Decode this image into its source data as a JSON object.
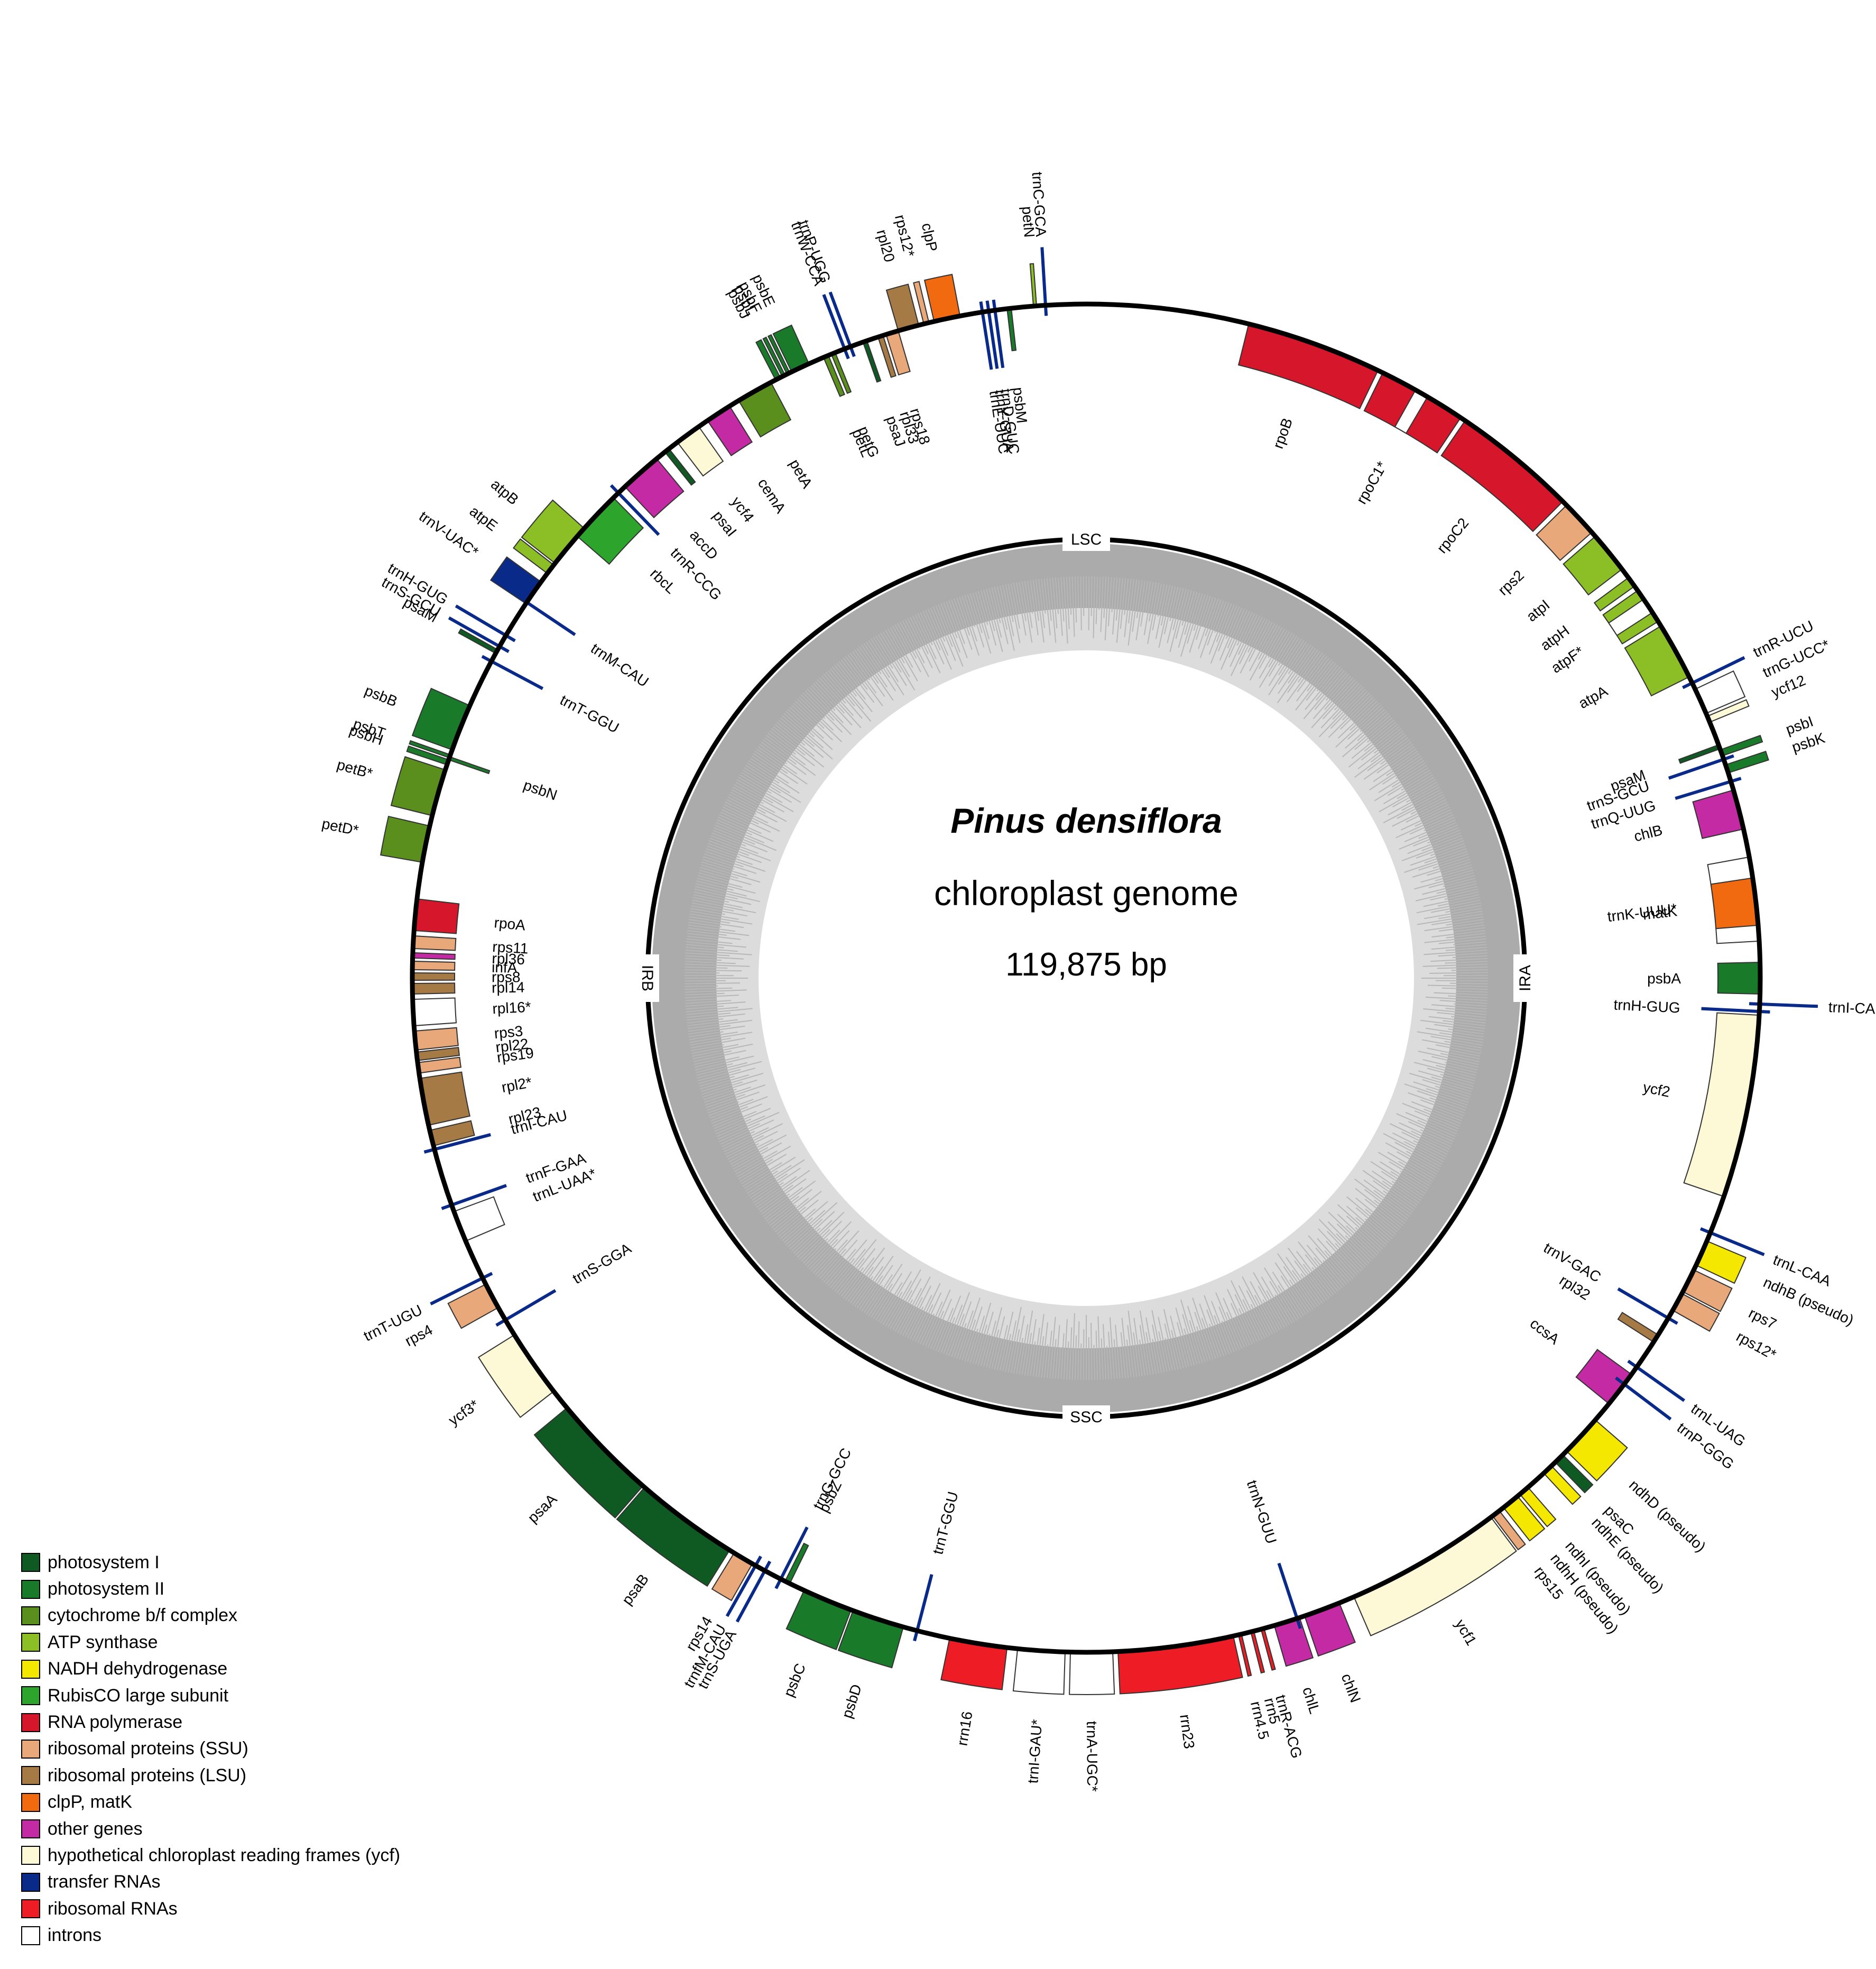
{
  "title": {
    "species": "Pinus densiflora",
    "subtitle": "chloroplast genome",
    "size": "119,875 bp"
  },
  "regions": [
    "LSC",
    "SSC",
    "IRB",
    "IRA"
  ],
  "legend": [
    {
      "label": "photosystem I",
      "color": "#0e5a22"
    },
    {
      "label": "photosystem II",
      "color": "#197b2a"
    },
    {
      "label": "cytochrome b/f complex",
      "color": "#5a8f1e"
    },
    {
      "label": "ATP synthase",
      "color": "#8cbf26"
    },
    {
      "label": "NADH dehydrogenase",
      "color": "#f5e800"
    },
    {
      "label": "RubisCO large subunit",
      "color": "#2da52d"
    },
    {
      "label": "RNA polymerase",
      "color": "#d6162a"
    },
    {
      "label": "ribosomal proteins (SSU)",
      "color": "#e8a87a"
    },
    {
      "label": "ribosomal proteins (LSU)",
      "color": "#a57a45"
    },
    {
      "label": "clpP, matK",
      "color": "#f26a10"
    },
    {
      "label": "other genes",
      "color": "#c42aa3"
    },
    {
      "label": "hypothetical chloroplast reading frames (ycf)",
      "color": "#fdf8d6"
    },
    {
      "label": "transfer RNAs",
      "color": "#0a2a8a"
    },
    {
      "label": "ribosomal RNAs",
      "color": "#ee1c24"
    },
    {
      "label": "introns",
      "color": "#ffffff"
    }
  ],
  "genes": [
    {
      "name": "rpoB",
      "color": "#d6162a",
      "start": 15.5,
      "end": 28.5,
      "side": "in"
    },
    {
      "name": "rpoC1*",
      "color": "#d6162a",
      "start": 29.0,
      "end": 37.5,
      "side": "in",
      "intron": [
        32.5,
        33.8
      ]
    },
    {
      "name": "rpoC2",
      "color": "#d6162a",
      "start": 38.0,
      "end": 50.0,
      "side": "in"
    },
    {
      "name": "rps2",
      "color": "#e8a87a",
      "start": 50.5,
      "end": 54.0,
      "side": "in"
    },
    {
      "name": "atpI",
      "color": "#8cbf26",
      "start": 54.5,
      "end": 58.5,
      "side": "in"
    },
    {
      "name": "atpH",
      "color": "#8cbf26",
      "start": 59.5,
      "end": 60.5,
      "side": "in"
    },
    {
      "name": "atpF*",
      "color": "#8cbf26",
      "start": 61.0,
      "end": 64.5,
      "side": "in",
      "intron": [
        62.0,
        63.5
      ]
    },
    {
      "name": "atpA",
      "color": "#8cbf26",
      "start": 65.0,
      "end": 70.5,
      "side": "in"
    },
    {
      "name": "trnR-UCU",
      "color": "#0a2a8a",
      "start": 71.0,
      "end": 71.3,
      "side": "out",
      "trna": true
    },
    {
      "name": "trnG-UCC*",
      "color": "#ffffff",
      "start": 71.8,
      "end": 74.3,
      "side": "out"
    },
    {
      "name": "ycf12",
      "color": "#fdf8d6",
      "start": 74.6,
      "end": 75.2,
      "side": "out"
    },
    {
      "name": "psbI",
      "color": "#197b2a",
      "start": 78.0,
      "end": 78.6,
      "side": "out"
    },
    {
      "name": "psbK",
      "color": "#197b2a",
      "start": 79.5,
      "end": 80.3,
      "side": "out"
    },
    {
      "name": "psaM",
      "color": "#0e5a22",
      "start": 77.5,
      "end": 77.9,
      "side": "in"
    },
    {
      "name": "trnS-GCU",
      "color": "#0a2a8a",
      "start": 78.8,
      "end": 79.1,
      "side": "in",
      "trna": true
    },
    {
      "name": "trnQ-UUG",
      "color": "#0a2a8a",
      "start": 81.0,
      "end": 81.3,
      "side": "in",
      "trna": true
    },
    {
      "name": "chlB",
      "color": "#c42aa3",
      "start": 82.0,
      "end": 85.8,
      "side": "in"
    },
    {
      "name": "trnK-UUU*",
      "color": "#ffffff",
      "start": 88.5,
      "end": 96.5,
      "side": "in"
    },
    {
      "name": "matK",
      "color": "#f26a10",
      "start": 90.5,
      "end": 95.0,
      "side": "in"
    },
    {
      "name": "psbA",
      "color": "#197b2a",
      "start": 98.5,
      "end": 101.5,
      "side": "in"
    },
    {
      "name": "trnH-GUG",
      "color": "#0a2a8a",
      "start": 103.0,
      "end": 103.3,
      "side": "in",
      "trna": true
    },
    {
      "name": "trnI-CAU",
      "color": "#0a2a8a",
      "start": 102.3,
      "end": 102.6,
      "side": "out",
      "trna": true
    },
    {
      "name": "ycf2",
      "color": "#fdf8d6",
      "start": 103.5,
      "end": 121.0,
      "side": "in"
    },
    {
      "name": "trnL-CAA",
      "color": "#0a2a8a",
      "start": 124.5,
      "end": 124.8,
      "side": "out",
      "trna": true
    },
    {
      "name": "ndhB (pseudo)",
      "color": "#f5e800",
      "start": 125.5,
      "end": 128.0,
      "side": "out"
    },
    {
      "name": "rps7",
      "color": "#e8a87a",
      "start": 128.5,
      "end": 130.8,
      "side": "out"
    },
    {
      "name": "rps12*",
      "color": "#e8a87a",
      "start": 131.0,
      "end": 132.8,
      "side": "out"
    },
    {
      "name": "trnV-GAC",
      "color": "#0a2a8a",
      "start": 133.5,
      "end": 133.8,
      "side": "in",
      "trna": true
    },
    {
      "name": "rpl32",
      "color": "#a57a45",
      "start": 135.5,
      "end": 136.3,
      "side": "in"
    },
    {
      "name": "trnL-UAG",
      "color": "#0a2a8a",
      "start": 139.0,
      "end": 139.3,
      "side": "out",
      "trna": true
    },
    {
      "name": "ccsA",
      "color": "#c42aa3",
      "start": 140.0,
      "end": 143.5,
      "side": "in"
    },
    {
      "name": "trnP-GGG",
      "color": "#0a2a8a",
      "start": 141.0,
      "end": 141.3,
      "side": "out",
      "trna": true
    },
    {
      "name": "ndhD (pseudo)",
      "color": "#f5e800",
      "start": 145.5,
      "end": 149.5,
      "side": "out"
    },
    {
      "name": "psaC",
      "color": "#0e5a22",
      "start": 150.0,
      "end": 151.0,
      "side": "out"
    },
    {
      "name": "ndhE (pseudo)",
      "color": "#f5e800",
      "start": 151.5,
      "end": 152.5,
      "side": "out"
    },
    {
      "name": "ndhI (pseudo)",
      "color": "#f5e800",
      "start": 154.5,
      "end": 155.5,
      "side": "out"
    },
    {
      "name": "ndhH (pseudo)",
      "color": "#f5e800",
      "start": 155.8,
      "end": 157.5,
      "side": "out"
    },
    {
      "name": "rps15",
      "color": "#e8a87a",
      "start": 158.0,
      "end": 158.8,
      "side": "out"
    },
    {
      "name": "ycf1",
      "color": "#fdf8d6",
      "start": 159.0,
      "end": 174.0,
      "side": "out"
    },
    {
      "name": "chlN",
      "color": "#c42aa3",
      "start": 175.5,
      "end": 179.0,
      "side": "out"
    },
    {
      "name": "chlL",
      "color": "#c42aa3",
      "start": 179.5,
      "end": 182.0,
      "side": "out"
    },
    {
      "name": "trnN-GUU",
      "color": "#0a2a8a",
      "start": 179.6,
      "end": 179.9,
      "side": "in",
      "trna": true
    },
    {
      "name": "trnR-ACG",
      "color": "#ee1c24",
      "start": 183.0,
      "end": 183.3,
      "side": "out"
    },
    {
      "name": "rrn5",
      "color": "#ee1c24",
      "start": 184.0,
      "end": 184.3,
      "side": "out"
    },
    {
      "name": "rrn4.5",
      "color": "#ee1c24",
      "start": 185.2,
      "end": 185.5,
      "side": "out"
    },
    {
      "name": "rrn23",
      "color": "#ee1c24",
      "start": 186.0,
      "end": 197.0,
      "side": "out"
    },
    {
      "name": "trnA-UGC*",
      "color": "#ffffff",
      "start": 197.5,
      "end": 201.5,
      "side": "out"
    },
    {
      "name": "trnI-GAU*",
      "color": "#ffffff",
      "start": 202.0,
      "end": 206.5,
      "side": "out"
    },
    {
      "name": "rrn16",
      "color": "#ee1c24",
      "start": 207.5,
      "end": 213.0,
      "side": "out"
    },
    {
      "name": "trnT-GGU",
      "color": "#0a2a8a",
      "start": 216.0,
      "end": 216.3,
      "side": "in",
      "trna": true
    },
    {
      "name": "psbD",
      "color": "#197b2a",
      "start": 217.5,
      "end": 222.5,
      "side": "out"
    },
    {
      "name": "psbC",
      "color": "#197b2a",
      "start": 222.7,
      "end": 227.5,
      "side": "out"
    },
    {
      "name": "psbZ",
      "color": "#197b2a",
      "start": 229.0,
      "end": 229.5,
      "side": "in"
    },
    {
      "name": "trnG-GCC",
      "color": "#0a2a8a",
      "start": 229.8,
      "end": 230.1,
      "side": "in",
      "trna": true
    },
    {
      "name": "trnS-UGA",
      "color": "#0a2a8a",
      "start": 231.5,
      "end": 231.8,
      "side": "out",
      "trna": true
    },
    {
      "name": "trnfM-CAU",
      "color": "#0a2a8a",
      "start": 232.5,
      "end": 232.8,
      "side": "out",
      "trna": true
    },
    {
      "name": "rps14",
      "color": "#e8a87a",
      "start": 233.0,
      "end": 235.0,
      "side": "out"
    },
    {
      "name": "psaB",
      "color": "#0e5a22",
      "start": 235.5,
      "end": 245.5,
      "side": "out"
    },
    {
      "name": "psaA",
      "color": "#0e5a22",
      "start": 245.7,
      "end": 256.0,
      "side": "out"
    },
    {
      "name": "ycf3*",
      "color": "#fdf8d6",
      "start": 258.0,
      "end": 264.5,
      "side": "out"
    },
    {
      "name": "trnS-GGA",
      "color": "#0a2a8a",
      "start": 266.0,
      "end": 266.3,
      "side": "in",
      "trna": true
    },
    {
      "name": "rps4",
      "color": "#e8a87a",
      "start": 267.5,
      "end": 270.0,
      "side": "out"
    },
    {
      "name": "trnT-UGU",
      "color": "#0a2a8a",
      "start": 270.5,
      "end": 270.8,
      "side": "out",
      "trna": true
    },
    {
      "name": "trnL-UAA*",
      "color": "#ffffff",
      "start": 274.5,
      "end": 277.5,
      "side": "in"
    },
    {
      "name": "trnF-GAA",
      "color": "#0a2a8a",
      "start": 278.0,
      "end": 278.3,
      "side": "in",
      "trna": true
    },
    {
      "name": "trnI-CAU",
      "color": "#0a2a8a",
      "start": 283.5,
      "end": 283.8,
      "side": "in",
      "trna": true
    },
    {
      "name": "rpl23",
      "color": "#a57a45",
      "start": 284.0,
      "end": 285.5,
      "side": "in"
    },
    {
      "name": "rpl2*",
      "color": "#a57a45",
      "start": 286.0,
      "end": 290.5,
      "side": "in"
    },
    {
      "name": "rps19",
      "color": "#e8a87a",
      "start": 291.0,
      "end": 292.0,
      "side": "in"
    },
    {
      "name": "rpl22",
      "color": "#a57a45",
      "start": 292.2,
      "end": 293.0,
      "side": "in"
    },
    {
      "name": "rps3",
      "color": "#e8a87a",
      "start": 293.2,
      "end": 295.0,
      "side": "in"
    },
    {
      "name": "rpl16*",
      "color": "#ffffff",
      "start": 295.5,
      "end": 298.0,
      "side": "in"
    },
    {
      "name": "rpl14",
      "color": "#a57a45",
      "start": 298.5,
      "end": 299.5,
      "side": "in"
    },
    {
      "name": "rps8",
      "color": "#a57a45",
      "start": 299.8,
      "end": 300.5,
      "side": "in"
    },
    {
      "name": "infA",
      "color": "#e8a87a",
      "start": 300.8,
      "end": 301.6,
      "side": "in"
    },
    {
      "name": "rpl36",
      "color": "#c42aa3",
      "start": 301.9,
      "end": 302.4,
      "side": "in"
    },
    {
      "name": "rps11",
      "color": "#e8a87a",
      "start": 302.8,
      "end": 304.0,
      "side": "in"
    },
    {
      "name": "rpoA",
      "color": "#d6162a",
      "start": 304.5,
      "end": 307.5,
      "side": "in"
    },
    {
      "name": "petD*",
      "color": "#5a8f1e",
      "start": 311.0,
      "end": 314.5,
      "side": "out"
    },
    {
      "name": "petB*",
      "color": "#5a8f1e",
      "start": 315.5,
      "end": 320.0,
      "side": "out"
    },
    {
      "name": "psbH",
      "color": "#197b2a",
      "start": 320.5,
      "end": 321.0,
      "side": "out"
    },
    {
      "name": "psbT",
      "color": "#197b2a",
      "start": 321.2,
      "end": 321.5,
      "side": "out"
    },
    {
      "name": "psbN",
      "color": "#197b2a",
      "start": 321.0,
      "end": 321.3,
      "side": "in"
    },
    {
      "name": "psbB",
      "color": "#197b2a",
      "start": 322.0,
      "end": 326.5,
      "side": "out"
    },
    {
      "name": "trnT-GGU",
      "color": "#0a2a8a",
      "start": 331.0,
      "end": 331.3,
      "side": "in",
      "trna": true
    },
    {
      "name": "psaM",
      "color": "#0e5a22",
      "start": 332.0,
      "end": 332.4,
      "side": "out"
    },
    {
      "name": "trnS-GCU",
      "color": "#0a2a8a",
      "start": 332.6,
      "end": 332.9,
      "side": "out",
      "trna": true
    },
    {
      "name": "trnH-GUG",
      "color": "#0a2a8a",
      "start": 333.8,
      "end": 334.1,
      "side": "out",
      "trna": true
    },
    {
      "name": "trnM-CAU",
      "color": "#0a2a8a",
      "start": 337.5,
      "end": 337.8,
      "side": "in",
      "trna": true
    },
    {
      "name": "trnV-UAC*",
      "color": "#0a2a8a",
      "start": 337.5,
      "end": 340.0,
      "side": "out"
    },
    {
      "name": "atpE",
      "color": "#8cbf26",
      "start": 341.0,
      "end": 342.0,
      "side": "out"
    },
    {
      "name": "atpB",
      "color": "#8cbf26",
      "start": 342.2,
      "end": 346.5,
      "side": "out"
    },
    {
      "name": "rbcL",
      "color": "#2da52d",
      "start": 345.5,
      "end": 350.5,
      "side": "in"
    },
    {
      "name": "trnR-CCG",
      "color": "#0a2a8a",
      "start": 351.0,
      "end": 351.3,
      "side": "in",
      "trna": true
    },
    {
      "name": "accD",
      "color": "#c42aa3",
      "start": 352.0,
      "end": 356.0,
      "side": "in"
    },
    {
      "name": "psaI",
      "color": "#0e5a22",
      "start": 357.0,
      "end": 357.5,
      "side": "in"
    },
    {
      "name": "ycf4",
      "color": "#fdf8d6",
      "start": 358.5,
      "end": 361.0,
      "side": "in"
    },
    {
      "name": "cemA",
      "color": "#c42aa3",
      "start": 362.0,
      "end": 364.5,
      "side": "in"
    },
    {
      "name": "petA",
      "color": "#5a8f1e",
      "start": 365.5,
      "end": 369.0,
      "side": "in"
    },
    {
      "name": "psbJ",
      "color": "#197b2a",
      "start": 369.5,
      "end": 370.0,
      "side": "out"
    },
    {
      "name": "psbL",
      "color": "#197b2a",
      "start": 370.2,
      "end": 370.5,
      "side": "out"
    },
    {
      "name": "psbF",
      "color": "#197b2a",
      "start": 370.7,
      "end": 371.0,
      "side": "out"
    },
    {
      "name": "psbE",
      "color": "#197b2a",
      "start": 371.2,
      "end": 373.0,
      "side": "out"
    },
    {
      "name": "petL",
      "color": "#5a8f1e",
      "start": 374.5,
      "end": 375.0,
      "side": "in"
    },
    {
      "name": "petG",
      "color": "#5a8f1e",
      "start": 375.3,
      "end": 375.7,
      "side": "in"
    },
    {
      "name": "trnW-CCA",
      "color": "#0a2a8a",
      "start": 376.5,
      "end": 376.8,
      "side": "out",
      "trna": true
    },
    {
      "name": "trnP-UGG",
      "color": "#0a2a8a",
      "start": 377.1,
      "end": 377.4,
      "side": "out",
      "trna": true
    },
    {
      "name": "psaJ",
      "color": "#0e5a22",
      "start": 378.5,
      "end": 378.9,
      "side": "in"
    },
    {
      "name": "rpl33",
      "color": "#a57a45",
      "start": 380.0,
      "end": 380.5,
      "side": "in"
    },
    {
      "name": "rps18",
      "color": "#e8a87a",
      "start": 380.8,
      "end": 382.0,
      "side": "in"
    },
    {
      "name": "rpl20",
      "color": "#a57a45",
      "start": 382.0,
      "end": 384.0,
      "side": "out"
    },
    {
      "name": "rps12*",
      "color": "#e8a87a",
      "start": 384.5,
      "end": 385.0,
      "side": "out"
    },
    {
      "name": "clpP",
      "color": "#f26a10",
      "start": 385.5,
      "end": 388.0,
      "side": "out"
    },
    {
      "name": "trnE-UUC",
      "color": "#0a2a8a",
      "start": 390.0,
      "end": 390.3,
      "side": "in",
      "trna": true
    },
    {
      "name": "trnY-GUA",
      "color": "#0a2a8a",
      "start": 390.6,
      "end": 390.9,
      "side": "in",
      "trna": true
    },
    {
      "name": "trnD-GUC",
      "color": "#0a2a8a",
      "start": 391.2,
      "end": 391.5,
      "side": "in",
      "trna": true
    },
    {
      "name": "psbM",
      "color": "#197b2a",
      "start": 392.5,
      "end": 392.9,
      "side": "in"
    },
    {
      "name": "petN",
      "color": "#8cbf26",
      "start": 395.0,
      "end": 395.3,
      "side": "out"
    },
    {
      "name": "trnC-GCA",
      "color": "#0a2a8a",
      "start": 396.0,
      "end": 396.3,
      "side": "out",
      "trna": true
    }
  ]
}
